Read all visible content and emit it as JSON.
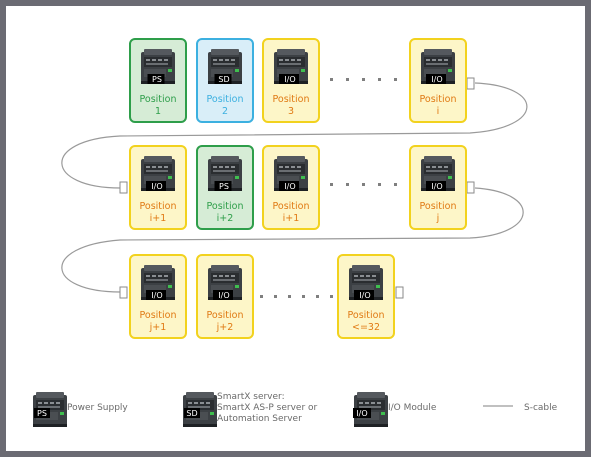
{
  "modules": [
    {
      "tag": "PS",
      "line1": "Position",
      "line2": "1",
      "kind": "ps"
    },
    {
      "tag": "SD",
      "line1": "Position",
      "line2": "2",
      "kind": "sd"
    },
    {
      "tag": "I/O",
      "line1": "Position",
      "line2": "3",
      "kind": "io"
    },
    {
      "tag": "I/O",
      "line1": "Position",
      "line2": "i",
      "kind": "io"
    },
    {
      "tag": "I/O",
      "line1": "Position",
      "line2": "i+1",
      "kind": "io"
    },
    {
      "tag": "PS",
      "line1": "Position",
      "line2": "i+2",
      "kind": "ps"
    },
    {
      "tag": "I/O",
      "line1": "Position",
      "line2": "i+1",
      "kind": "io"
    },
    {
      "tag": "I/O",
      "line1": "Position",
      "line2": "j",
      "kind": "io"
    },
    {
      "tag": "I/O",
      "line1": "Position",
      "line2": "j+1",
      "kind": "io"
    },
    {
      "tag": "I/O",
      "line1": "Position",
      "line2": "j+2",
      "kind": "io"
    },
    {
      "tag": "I/O",
      "line1": "Position",
      "line2": "<=32",
      "kind": "io"
    }
  ],
  "legend": {
    "power_supply": {
      "tag": "PS",
      "label": "Power Supply"
    },
    "server": {
      "tag": "SD",
      "line1": "SmartX server:",
      "line2": "SmartX AS-P server or",
      "line3": "Automation Server"
    },
    "io_module": {
      "tag": "I/O",
      "label": "I/O Module"
    },
    "cable": {
      "label": "S-cable"
    }
  },
  "colors": {
    "ps_border": "#2e9e4a",
    "ps_fill": "#d6ecd6",
    "ps_text": "#2e9e4a",
    "sd_border": "#3cb0e0",
    "sd_fill": "#d9eef8",
    "sd_text": "#3cb0e0",
    "io_border": "#f2d21e",
    "io_fill": "#fdf6c8",
    "io_text": "#e07a14",
    "cable": "#9a9a9a",
    "device_body": "#3c4044",
    "device_dark": "#1e2124",
    "frame": "#6b6b73"
  }
}
